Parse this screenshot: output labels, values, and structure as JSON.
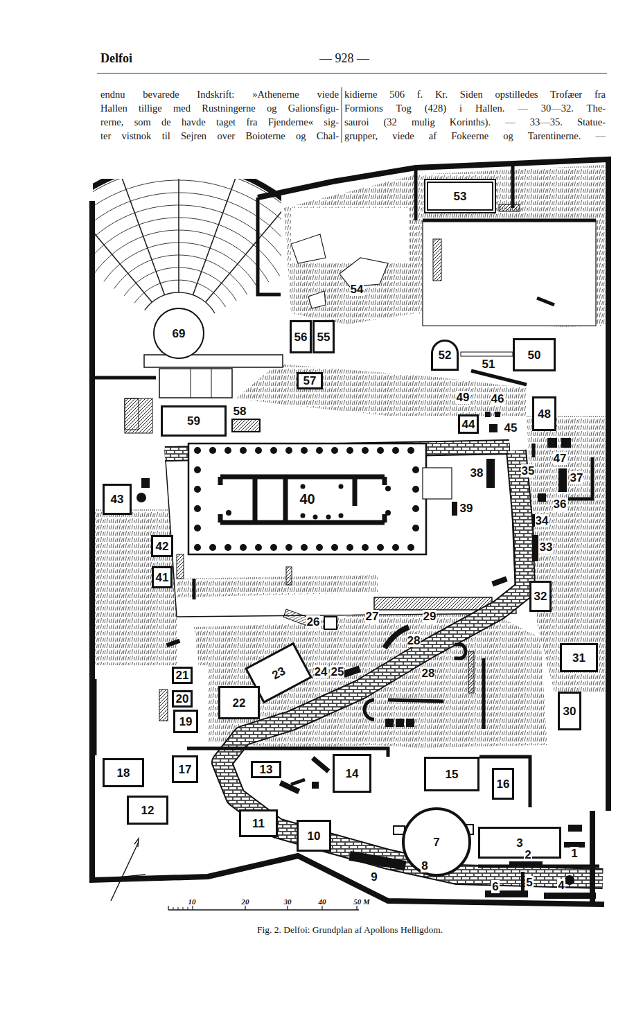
{
  "diagram": {
    "title": "Delfoi",
    "caption": "Fig. 2. Delfoi: Grundplan af Apollons Helligdom.",
    "nodes": [
      {
        "text": [
          "53"
        ]
      },
      {
        "text": [
          "69"
        ]
      },
      {
        "text": [
          "56"
        ]
      },
      {
        "text": [
          "55"
        ]
      },
      {
        "text": [
          "52"
        ]
      },
      {
        "text": [
          "50"
        ]
      },
      {
        "text": [
          "57"
        ]
      },
      {
        "text": [
          "48"
        ]
      },
      {
        "text": [
          "59"
        ]
      },
      {
        "text": [
          "44"
        ]
      },
      {
        "text": [
          "40"
        ]
      },
      {
        "text": [
          "43"
        ]
      },
      {
        "text": [
          "42"
        ]
      },
      {
        "text": [
          "41"
        ]
      },
      {
        "text": [
          "32"
        ]
      },
      {
        "text": [
          "23"
        ]
      },
      {
        "text": [
          "21"
        ]
      },
      {
        "text": [
          "20"
        ]
      },
      {
        "text": [
          "22"
        ]
      },
      {
        "text": [
          "31"
        ]
      },
      {
        "text": [
          "19"
        ]
      },
      {
        "text": [
          "30"
        ]
      },
      {
        "text": [
          "18"
        ]
      },
      {
        "text": [
          "17"
        ]
      },
      {
        "text": [
          "13"
        ]
      },
      {
        "text": [
          "14"
        ]
      },
      {
        "text": [
          "15"
        ]
      },
      {
        "text": [
          "16"
        ]
      },
      {
        "text": [
          "12"
        ]
      },
      {
        "text": [
          "11"
        ]
      },
      {
        "text": [
          "10"
        ]
      },
      {
        "text": [
          "7"
        ]
      },
      {
        "text": [
          "3"
        ]
      }
    ],
    "labels": [
      "— 928 —",
      "endnu bevarede Indskrift: »Athenerne viede",
      "Hallen tillige med Rustningerne og Galionsfigu-",
      "rerne, som de havde taget fra Fjenderne« sig-",
      "ter vistnok til Sejren over Boioterne og Chal-",
      "kidierne 506 f. Kr. Siden opstilledes Trofæer fra",
      "Formions Tog (428) i Hallen. — 30—32. The-",
      "sauroi (32 mulig Korinths). — 33—35. Statue-",
      "grupper, viede af Fokeerne og Tarentinerne. —",
      "54",
      "51",
      "49",
      "46",
      "45",
      "47",
      "58",
      "38",
      "35",
      "37",
      "36",
      "39",
      "34",
      "33",
      "29",
      "26",
      "27",
      "28",
      "28",
      "24",
      "25",
      "9",
      "8",
      "2",
      "5",
      "6",
      "4",
      "1",
      "10",
      "20",
      "30",
      "40",
      "50 M"
    ]
  }
}
